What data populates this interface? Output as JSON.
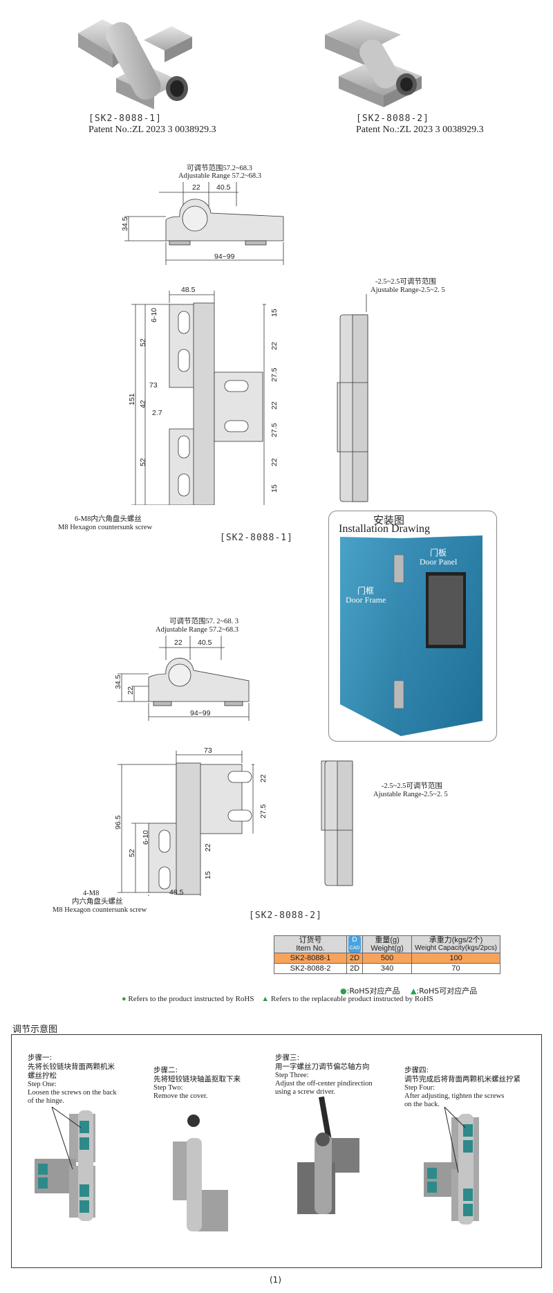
{
  "products": [
    {
      "code": "[SK2-8088-1]",
      "patent": "Patent No.:ZL 2023 3 0038929.3"
    },
    {
      "code": "[SK2-8088-2]",
      "patent": "Patent No.:ZL 2023 3 0038929.3"
    }
  ],
  "drawing1": {
    "adjust_cn": "可调节范围57.2~68.3",
    "adjust_en": "Adjustable Range  57.2~68.3",
    "dims": {
      "d22": "22",
      "d40_5": "40.5",
      "d34_5": "34.5",
      "d94_99": "94~99"
    },
    "front_dims": {
      "w48_5": "48.5",
      "h151": "151",
      "s52a": "52",
      "s42": "42",
      "s52b": "52",
      "r15a": "15",
      "r22a": "22",
      "r27_5a": "27.5",
      "r22b": "22",
      "r27_5b": "27.5",
      "r22c": "22",
      "r15b": "15",
      "w73": "73",
      "g2_7": "2.7",
      "slot": "6-10"
    },
    "side_cn": "-2.5~2.5可调节范围",
    "side_en": "Ajustable Range-2.5~2. 5",
    "screw_cn": "6-M8内六角盘头螺丝",
    "screw_en": "M8 Hexagon countersunk screw",
    "caption": "[SK2-8088-1]"
  },
  "installation": {
    "title_cn": "安装图",
    "title_en": "Installation Drawing",
    "panel_cn": "门板",
    "panel_en": "Door Panel",
    "frame_cn": "门框",
    "frame_en": "Door Frame"
  },
  "drawing2": {
    "adjust_cn": "可调节范围57. 2~68. 3",
    "adjust_en": "Adjustable Range 57.2~68.3",
    "dims": {
      "d22": "22",
      "d40_5": "40.5",
      "d34_5": "34.5",
      "d22b": "22",
      "d94_99": "94~99"
    },
    "front_dims": {
      "w73": "73",
      "h96_5": "96.5",
      "s52": "52",
      "r22a": "22",
      "r27_5": "27.5",
      "r22b": "22",
      "r15": "15",
      "w48_5": "48.5",
      "slot": "6-10"
    },
    "side_cn": "-2.5~2.5可调节范围",
    "side_en": "Ajustable Range-2.5~2. 5",
    "screw_qty": "4-M8",
    "screw_cn": "内六角盘头螺丝",
    "screw_en": "M8 Hexagon countersunk screw",
    "caption": "[SK2-8088-2]"
  },
  "table": {
    "headers": [
      {
        "cn": "订货号",
        "en": "Item No."
      },
      {
        "cn": "D",
        "en": "CAD"
      },
      {
        "cn": "重量(g)",
        "en": "Weight(g)"
      },
      {
        "cn": "承重力(kgs/2个)",
        "en": "Weight Capacity(kgs/2pcs)"
      }
    ],
    "rows": [
      {
        "item": "SK2-8088-1",
        "cad": "2D",
        "weight": "500",
        "capacity": "100"
      },
      {
        "item": "SK2-8088-2",
        "cad": "2D",
        "weight": "340",
        "capacity": "70"
      }
    ],
    "highlight_color": "#f7a35c",
    "cad_color": "#4aa3df"
  },
  "legend": {
    "rohs_cn": ":RoHS对应产品",
    "rohs_rep_cn": ":RoHS可对应产品",
    "rohs_en": "Refers to the product instructed by RoHS",
    "rohs_rep_en": "Refers to the replaceable product instructed by RoHS",
    "color": "#2e9e4f"
  },
  "adjust_section": {
    "title": "调节示意图",
    "steps": [
      {
        "cn1": "步骤一:",
        "cn2": "先将长铰链块背面两颗机米",
        "cn3": "螺丝拧松",
        "en1": "Step One:",
        "en2": "Loosen the screws on the back",
        "en3": "of the hinge."
      },
      {
        "cn1": "步骤二:",
        "cn2": "先将短铰链块轴盖抠取下来",
        "cn3": "",
        "en1": "Step Two:",
        "en2": "Remove the cover.",
        "en3": ""
      },
      {
        "cn1": "步骤三:",
        "cn2": "用一字螺丝刀调节偏芯轴方向",
        "cn3": "",
        "en1": "Step Three:",
        "en2": "Adjust the off-center pindirection",
        "en3": "using a screw driver."
      },
      {
        "cn1": "步骤四:",
        "cn2": "调节完成后将背面两颗机米螺丝拧紧",
        "cn3": "",
        "en1": "Step  Four:",
        "en2": "After adjusting, tighten the screws",
        "en3": "on the back."
      }
    ]
  },
  "page_number": "(1)"
}
